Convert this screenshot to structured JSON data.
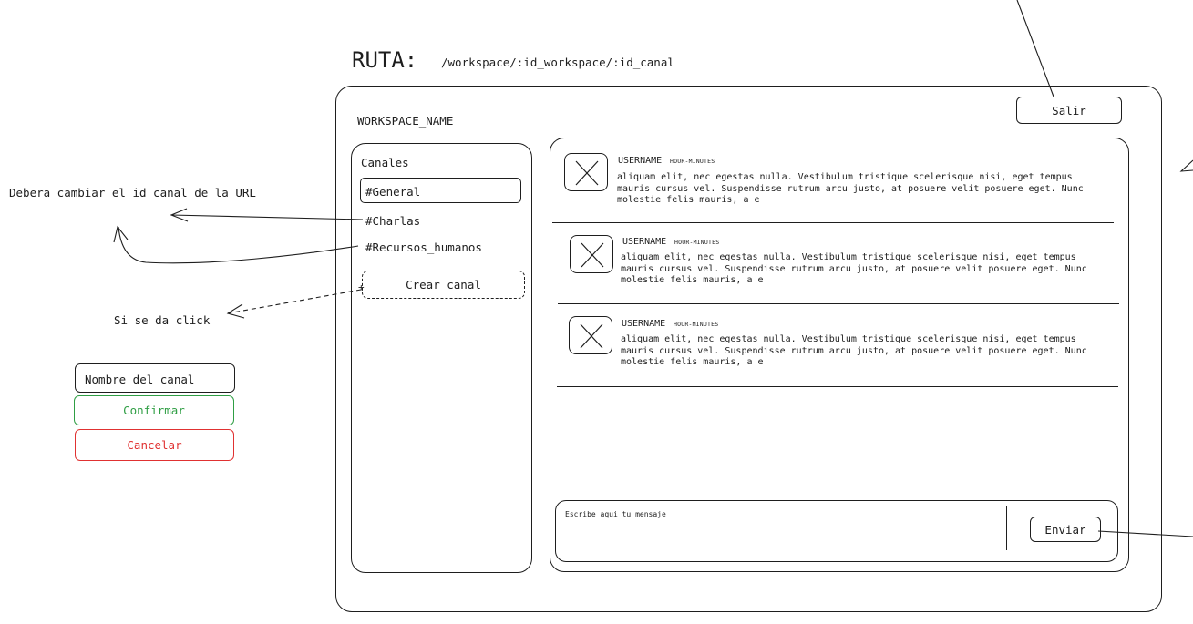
{
  "route": {
    "label": "RUTA:",
    "path": "/workspace/:id_workspace/:id_canal"
  },
  "workspace": {
    "name": "WORKSPACE_NAME",
    "logout_label": "Salir"
  },
  "sidebar": {
    "title": "Canales",
    "channels": [
      {
        "label": "#General"
      },
      {
        "label": "#Charlas"
      },
      {
        "label": "#Recursos_humanos"
      }
    ],
    "create_label": "Crear canal"
  },
  "messages": [
    {
      "username": "USERNAME",
      "time": "HOUR-MINUTES",
      "text": "aliquam elit, nec egestas nulla. Vestibulum tristique scelerisque nisi, eget tempus mauris cursus vel. Suspendisse rutrum arcu justo, at posuere velit posuere eget. Nunc molestie felis mauris, a e"
    },
    {
      "username": "USERNAME",
      "time": "HOUR-MINUTES",
      "text": "aliquam elit, nec egestas nulla. Vestibulum tristique scelerisque nisi, eget tempus mauris cursus vel. Suspendisse rutrum arcu justo, at posuere velit posuere eget. Nunc molestie felis mauris, a e"
    },
    {
      "username": "USERNAME",
      "time": "HOUR-MINUTES",
      "text": "aliquam elit, nec egestas nulla. Vestibulum tristique scelerisque nisi, eget tempus mauris cursus vel. Suspendisse rutrum arcu justo, at posuere velit posuere eget. Nunc molestie felis mauris, a e"
    }
  ],
  "composer": {
    "placeholder": "Escribe aqui tu mensaje",
    "send_label": "Enviar"
  },
  "annotations": {
    "url_change": "Debera cambiar el id_canal de la URL",
    "on_click": "Si se da click"
  },
  "create_channel_form": {
    "name_placeholder": "Nombre del canal",
    "confirm_label": "Confirmar",
    "cancel_label": "Cancelar",
    "confirm_color": "#2f9e44",
    "cancel_color": "#e03131"
  }
}
